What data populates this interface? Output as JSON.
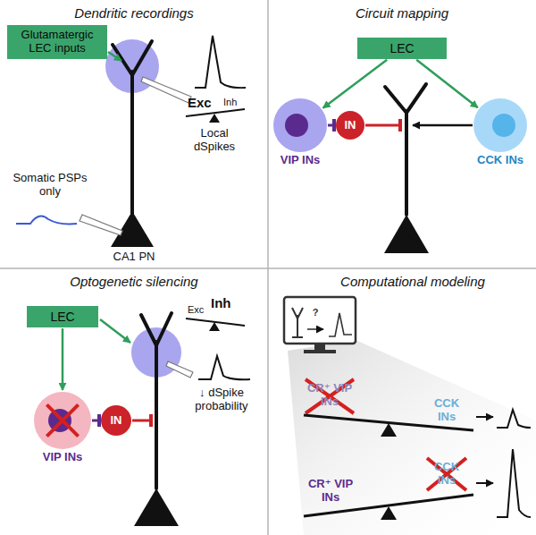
{
  "diagram": {
    "nodes": [
      {
        "text": [
          "Glutamatergic LEC inputs"
        ]
      },
      {
        "text": [
          "LEC"
        ]
      },
      {
        "text": [
          "VIP INs"
        ]
      },
      {
        "text": [
          "IN"
        ]
      },
      {
        "text": [
          "CCK INs"
        ]
      },
      {
        "text": [
          "LEC"
        ]
      },
      {
        "text": [
          "VIP INs"
        ]
      },
      {
        "text": [
          "IN"
        ]
      }
    ],
    "edges": [
      {
        "from": 1,
        "to": 2,
        "arrow": "to"
      },
      {
        "from": 1,
        "to": 4,
        "arrow": "to"
      },
      {
        "from": 2,
        "to": 3,
        "arrow": "to"
      },
      {
        "from": 5,
        "to": 6,
        "arrow": "to"
      },
      {
        "from": 6,
        "to": 7,
        "arrow": "to"
      }
    ],
    "labels": [
      "Dendritic recordings",
      "Exc",
      "Inh",
      "Local dSpikes",
      "Somatic PSPs only",
      "CA1 PN",
      "Circuit mapping",
      "Optogenetic silencing",
      "Exc",
      "Inh",
      "↓ dSpike probability",
      "Computational modeling",
      "?",
      "CR⁺ VIP INs",
      "CCK INs",
      "CR⁺ VIP INs",
      "CCK INs"
    ]
  }
}
